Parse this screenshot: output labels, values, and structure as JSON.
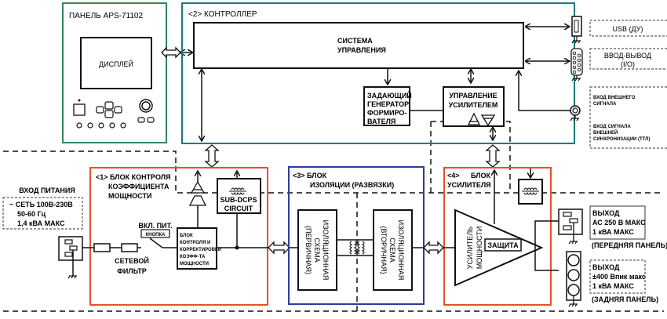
{
  "panel": {
    "title": "ПАНЕЛЬ APS-71102",
    "display_label": "ДИСПЛЕЙ",
    "border_color": "#2e8b57"
  },
  "controller": {
    "title": "<2> КОНТРОЛЛЕР",
    "border_color": "#1a7a7a",
    "control_system": [
      "СИСТЕМА",
      "УПРАВЛЕНИЯ"
    ],
    "waveform_generator": [
      "ЗАДАЮЩИЙ",
      "ГЕНЕРАТОР",
      "ФОРМИРО-",
      "ВАТЕЛЯ"
    ],
    "amp_control": [
      "УПРАВЛЕНИЕ",
      "УСИЛИТЕЛЕМ"
    ]
  },
  "ports": {
    "usb": "USB (ДУ)",
    "io": [
      "ВВОД-ВЫВОД",
      "(I/O)"
    ],
    "ext_signal": [
      "ВХОД ВНЕШНЕГО",
      "СИГНАЛА"
    ],
    "ext_sync": [
      "ВХОД СИГНАЛА",
      "ВНЕШНЕЙ",
      "СИНХРОНИЗАЦИИ (ТТЛ)"
    ]
  },
  "power_input": {
    "title": "ВХОД ПИТАНИЯ",
    "lines": [
      "~ СЕТЬ 100В-230В",
      "50-60 Гц",
      "1,4 кВА МАКС"
    ]
  },
  "pfc_block": {
    "title": [
      "<1> БЛОК КОНТРОЛЯ",
      "КОЭФФИЦИЕНТА",
      "МОЩНОСТИ"
    ],
    "border_color": "#e8502a",
    "filter": [
      "СЕТЕВОЙ",
      "ФИЛЬТР"
    ],
    "power_switch_label": "ВКЛ. ПИТ.",
    "button_label": "КНОПКА",
    "pfc_unit": [
      "БЛОК",
      "КОНТРОЛЯ И",
      "КОРРЕКТИРОВКИ",
      "КОЭФФ-ТА",
      "МОЩНОСТИ"
    ],
    "sub_dcps": [
      "SUB-DCPS",
      "CIRCUIT"
    ]
  },
  "isolation_block": {
    "title": [
      "<3>  БЛОК",
      "ИЗОЛЯЦИИ (РАЗВЯЗКИ)"
    ],
    "border_color": "#2a3f9a",
    "primary": [
      "ИЗОЛЯЦИОННАЯ",
      "СХЕМА",
      "(ПЕРВИЧНАЯ)"
    ],
    "secondary": [
      "ИЗОЛЯЦИОННАЯ",
      "СХЕМА",
      "(ВТОРИЧНАЯ)"
    ]
  },
  "amp_block": {
    "title": [
      "<4>",
      "БЛОК",
      "УСИЛИТЕЛЯ"
    ],
    "border_color": "#e8502a",
    "amplifier": [
      "УСИЛИТЕЛЬ",
      "МОЩНОСТИ"
    ],
    "protection": "ЗАЩИТА"
  },
  "outputs": {
    "front": {
      "lines": [
        "ВЫХОД",
        "АС 250 В МАКС",
        "1 кВА МАКС"
      ],
      "caption": "(ПЕРЕДНЯЯ ПАНЕЛЬ)"
    },
    "rear": {
      "lines": [
        "ВЫХОД",
        "±400 Впик макс",
        "1 кВА МАКС"
      ],
      "caption": "(ЗАДНЯЯ ПАНЕЛЬ)"
    }
  }
}
